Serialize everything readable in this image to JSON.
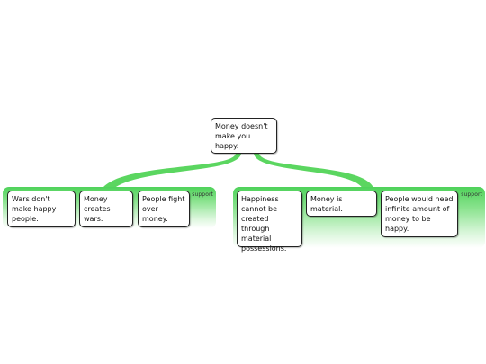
{
  "root": {
    "text": "Money doesn't make you happy."
  },
  "groups": [
    {
      "label": "support",
      "nodes": [
        {
          "text": "Wars don't make happy people."
        },
        {
          "text": "Money creates wars."
        },
        {
          "text": "People fight over money."
        }
      ]
    },
    {
      "label": "support",
      "nodes": [
        {
          "text": "Happiness cannot be created through material possessions."
        },
        {
          "text": "Money is material."
        },
        {
          "text": "People would need infinite amount of money to be happy."
        }
      ]
    }
  ],
  "colors": {
    "connector": "#5bd660",
    "panel_top": "#4fd25a",
    "panel_bottom": "#ffffff",
    "node_border": "#222222"
  }
}
